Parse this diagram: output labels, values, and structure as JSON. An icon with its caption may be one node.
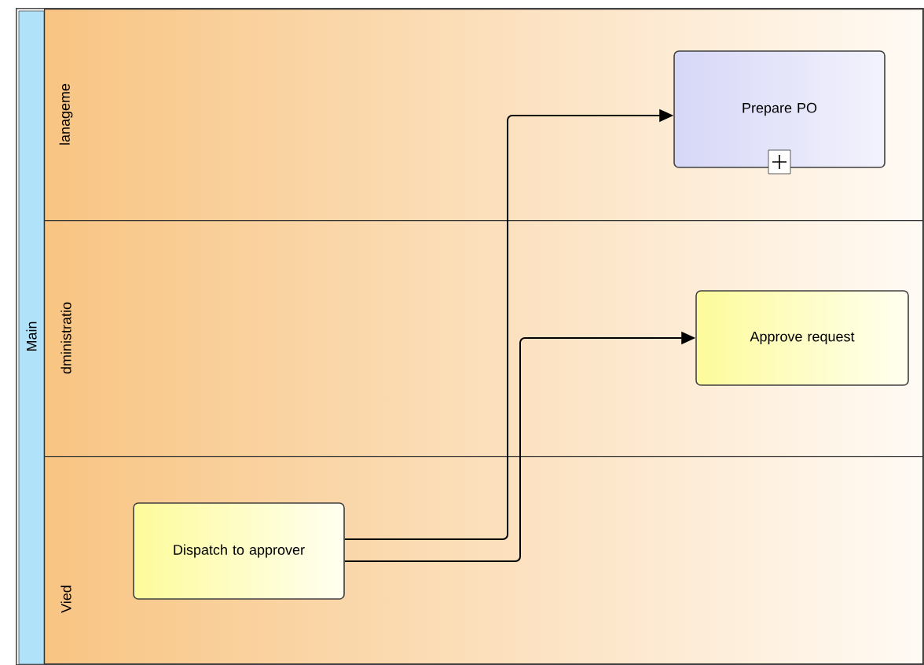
{
  "diagram": {
    "nodes": [
      {
        "text": [
          "Main"
        ]
      },
      {
        "text": [
          "lanageme"
        ],
        "in": 0
      },
      {
        "text": [
          "dministratio"
        ],
        "in": 0
      },
      {
        "text": [
          "Vied"
        ],
        "in": 0
      },
      {
        "text": [
          "Prepare PO"
        ],
        "in": 1
      },
      {
        "text": [
          "Approve request"
        ],
        "in": 2
      },
      {
        "text": [
          "Dispatch to approver"
        ],
        "in": 3
      }
    ],
    "edges": [
      {
        "from": 6,
        "to": 4,
        "arrow": "to"
      },
      {
        "from": 6,
        "to": 5,
        "arrow": "to"
      }
    ]
  }
}
